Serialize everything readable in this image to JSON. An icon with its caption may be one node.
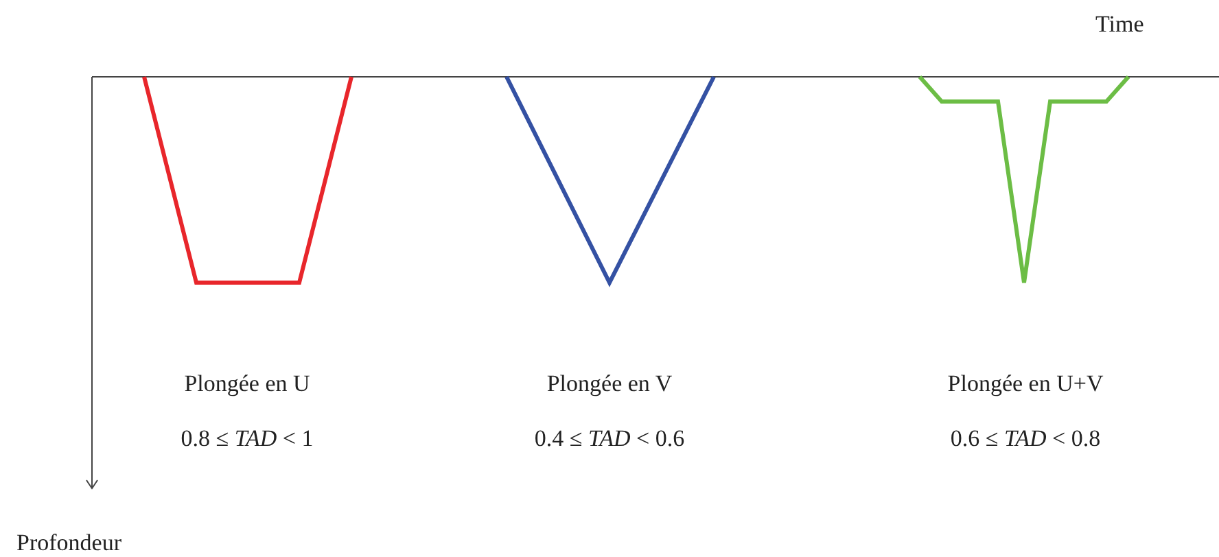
{
  "diagram": {
    "labels": [
      "Time",
      "Plongée en U",
      "0.8 ≤ *TAD* < 1",
      "Plongée en V",
      "0.4 ≤ *TAD* < 0.6",
      "Plongée en U+V",
      "0.6 ≤ *TAD* < 0.8",
      "Profondeur"
    ]
  }
}
